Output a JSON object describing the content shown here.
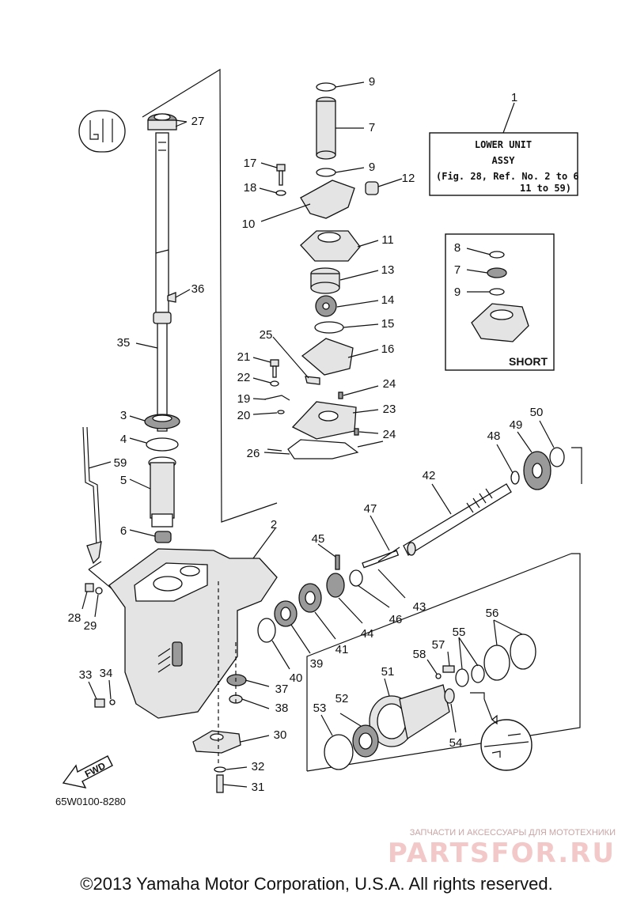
{
  "callouts": [
    {
      "id": "c1",
      "text": "1"
    },
    {
      "id": "c2",
      "text": "2"
    },
    {
      "id": "c3",
      "text": "3"
    },
    {
      "id": "c4",
      "text": "4"
    },
    {
      "id": "c5",
      "text": "5"
    },
    {
      "id": "c6",
      "text": "6"
    },
    {
      "id": "c7",
      "text": "7"
    },
    {
      "id": "c7s",
      "text": "7"
    },
    {
      "id": "c8s",
      "text": "8"
    },
    {
      "id": "c9a",
      "text": "9"
    },
    {
      "id": "c9b",
      "text": "9"
    },
    {
      "id": "c9s",
      "text": "9"
    },
    {
      "id": "c10",
      "text": "10"
    },
    {
      "id": "c11",
      "text": "11"
    },
    {
      "id": "c12",
      "text": "12"
    },
    {
      "id": "c13",
      "text": "13"
    },
    {
      "id": "c14",
      "text": "14"
    },
    {
      "id": "c15",
      "text": "15"
    },
    {
      "id": "c16",
      "text": "16"
    },
    {
      "id": "c17",
      "text": "17"
    },
    {
      "id": "c18",
      "text": "18"
    },
    {
      "id": "c19",
      "text": "19"
    },
    {
      "id": "c20",
      "text": "20"
    },
    {
      "id": "c21",
      "text": "21"
    },
    {
      "id": "c22",
      "text": "22"
    },
    {
      "id": "c23",
      "text": "23"
    },
    {
      "id": "c24a",
      "text": "24"
    },
    {
      "id": "c24b",
      "text": "24"
    },
    {
      "id": "c25",
      "text": "25"
    },
    {
      "id": "c26",
      "text": "26"
    },
    {
      "id": "c27",
      "text": "27"
    },
    {
      "id": "c28",
      "text": "28"
    },
    {
      "id": "c29",
      "text": "29"
    },
    {
      "id": "c30",
      "text": "30"
    },
    {
      "id": "c31",
      "text": "31"
    },
    {
      "id": "c32",
      "text": "32"
    },
    {
      "id": "c33",
      "text": "33"
    },
    {
      "id": "c34",
      "text": "34"
    },
    {
      "id": "c35",
      "text": "35"
    },
    {
      "id": "c36",
      "text": "36"
    },
    {
      "id": "c37",
      "text": "37"
    },
    {
      "id": "c38",
      "text": "38"
    },
    {
      "id": "c39",
      "text": "39"
    },
    {
      "id": "c40",
      "text": "40"
    },
    {
      "id": "c41",
      "text": "41"
    },
    {
      "id": "c42",
      "text": "42"
    },
    {
      "id": "c43",
      "text": "43"
    },
    {
      "id": "c44",
      "text": "44"
    },
    {
      "id": "c45",
      "text": "45"
    },
    {
      "id": "c46",
      "text": "46"
    },
    {
      "id": "c47",
      "text": "47"
    },
    {
      "id": "c48",
      "text": "48"
    },
    {
      "id": "c49",
      "text": "49"
    },
    {
      "id": "c50",
      "text": "50"
    },
    {
      "id": "c51",
      "text": "51"
    },
    {
      "id": "c52",
      "text": "52"
    },
    {
      "id": "c53",
      "text": "53"
    },
    {
      "id": "c54",
      "text": "54"
    },
    {
      "id": "c55",
      "text": "55"
    },
    {
      "id": "c56",
      "text": "56"
    },
    {
      "id": "c57",
      "text": "57"
    },
    {
      "id": "c58",
      "text": "58"
    },
    {
      "id": "c59",
      "text": "59"
    }
  ],
  "assy_box": {
    "line1": "LOWER UNIT",
    "line2": "ASSY",
    "line3": "(Fig. 28, Ref. No. 2 to 6",
    "line4": "11 to 59)"
  },
  "short_box": {
    "label": "SHORT"
  },
  "fwd_label": "FWD",
  "drawing_number": "65W0100-8280",
  "watermark": {
    "subtitle": "ЗАПЧАСТИ И АКСЕССУАРЫ ДЛЯ МОТОТЕХНИКИ",
    "brand": "PARTSFOR.RU"
  },
  "copyright": "©2013 Yamaha Motor Corporation, U.S.A. All rights reserved."
}
